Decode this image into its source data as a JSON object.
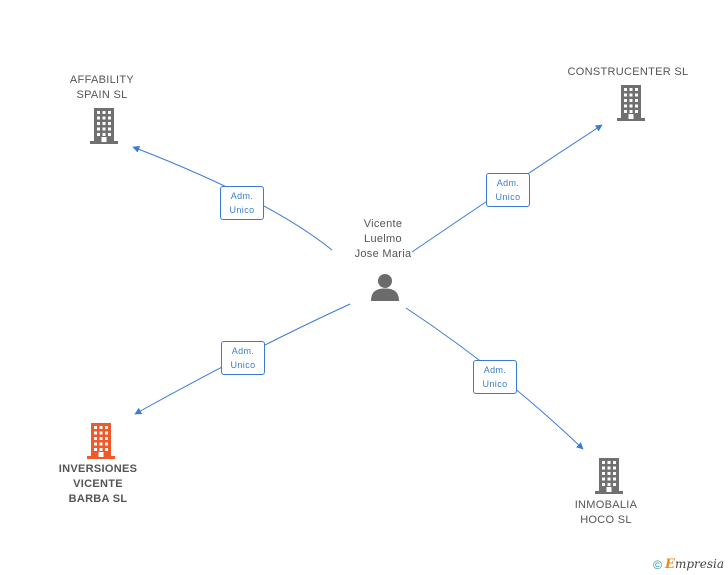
{
  "center": {
    "name": [
      "Vicente",
      "Luelmo",
      "Jose Maria"
    ],
    "icon": "person-icon"
  },
  "companies": [
    {
      "id": "affability",
      "name": [
        "AFFABILITY",
        "SPAIN SL"
      ],
      "icon": "building-icon",
      "color": "#707070",
      "highlight": false
    },
    {
      "id": "construcenter",
      "name": [
        "CONSTRUCENTER SL"
      ],
      "icon": "building-icon",
      "color": "#707070",
      "highlight": false
    },
    {
      "id": "inversiones",
      "name": [
        "INVERSIONES",
        "VICENTE",
        "BARBA SL"
      ],
      "icon": "building-icon",
      "color": "#f05a28",
      "highlight": true
    },
    {
      "id": "inmobalia",
      "name": [
        "INMOBALIA",
        "HOCO SL"
      ],
      "icon": "building-icon",
      "color": "#707070",
      "highlight": false
    }
  ],
  "relations": [
    {
      "to": "affability",
      "label": [
        "Adm.",
        "Unico"
      ]
    },
    {
      "to": "construcenter",
      "label": [
        "Adm.",
        "Unico"
      ]
    },
    {
      "to": "inversiones",
      "label": [
        "Adm.",
        "Unico"
      ]
    },
    {
      "to": "inmobalia",
      "label": [
        "Adm.",
        "Unico"
      ]
    }
  ],
  "colors": {
    "edge": "#3a7bd5",
    "person": "#6b6b6b"
  },
  "footer": {
    "copyright": "©",
    "brand_first": "E",
    "brand_rest": "mpresia"
  }
}
